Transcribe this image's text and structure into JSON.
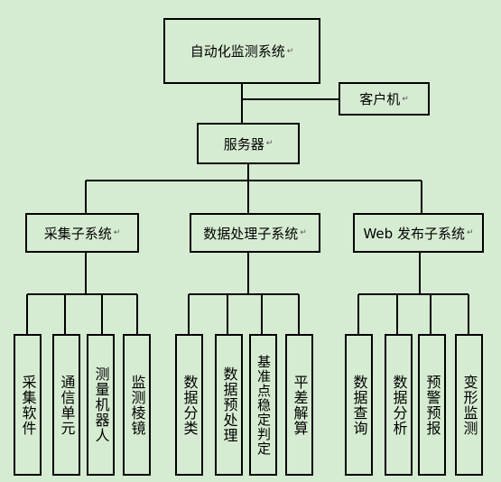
{
  "root": "自动化监测系统",
  "client": "客户机",
  "server": "服务器",
  "subsystems": {
    "acquisition": {
      "label": "采集子系统",
      "children": [
        "采集软件",
        "通信单元",
        "测量机器人",
        "监测棱镜"
      ]
    },
    "processing": {
      "label": "数据处理子系统",
      "children": [
        "数据分类",
        "数据预处理",
        "基准点稳定判定",
        "平差解算"
      ]
    },
    "web": {
      "label": "Web 发布子系统",
      "children": [
        "数据查询",
        "数据分析",
        "预警预报",
        "变形监测"
      ]
    }
  },
  "edit_mark": "↵"
}
